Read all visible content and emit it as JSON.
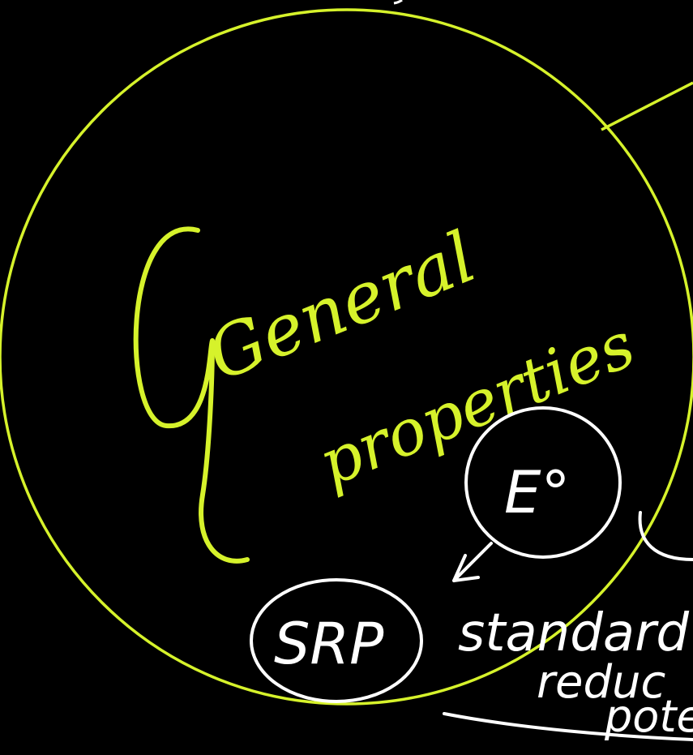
{
  "colors": {
    "background": "#000000",
    "highlight": "#d6f22b",
    "ink": "#ffffff"
  },
  "main_circle": {
    "title_word1": "General",
    "title_word2": "properties"
  },
  "e_circle": {
    "label": "E°"
  },
  "srp_circle": {
    "label": "SRP"
  },
  "annotation": {
    "line1": "standard",
    "line2": "reduc",
    "line3": "pote"
  }
}
